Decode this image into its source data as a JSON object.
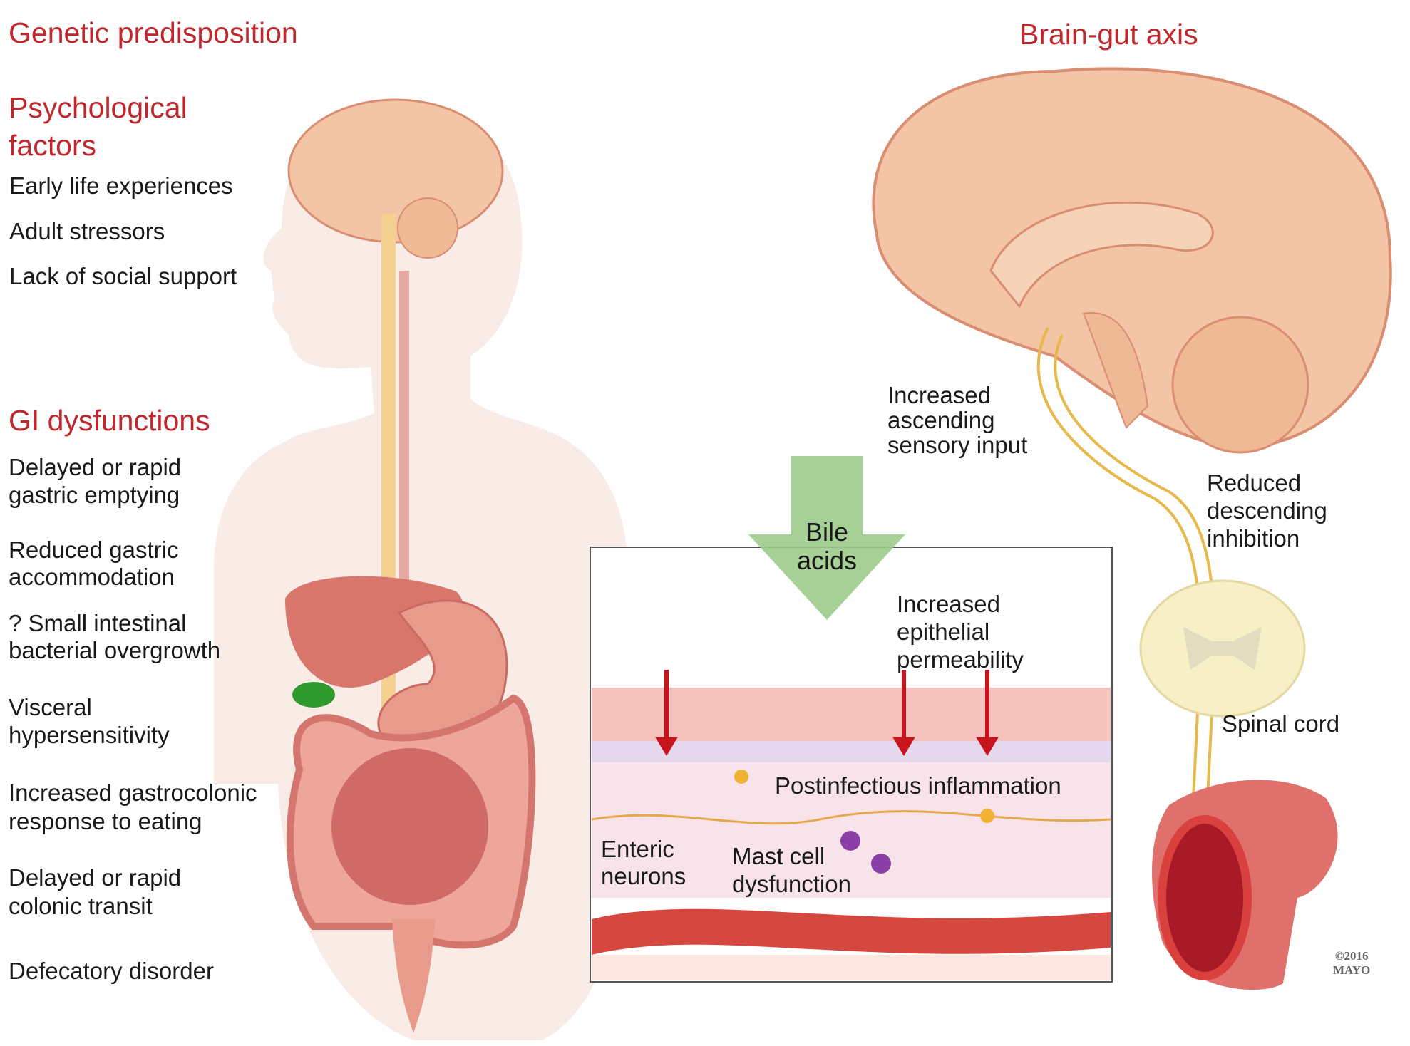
{
  "left_panel": {
    "genetic_heading": "Genetic predisposition",
    "psych_heading_line1": "Psychological",
    "psych_heading_line2": "factors",
    "psych_items": [
      "Early life experiences",
      "Adult stressors",
      "Lack of social support"
    ],
    "gi_heading": "GI dysfunctions",
    "gi_items": [
      [
        "Delayed or rapid",
        "gastric emptying"
      ],
      [
        "Reduced gastric",
        "accommodation"
      ],
      [
        "? Small intestinal",
        "bacterial overgrowth"
      ],
      [
        "Visceral",
        "hypersensitivity"
      ],
      [
        "Increased gastrocolonic",
        "response to eating"
      ],
      [
        "Delayed or rapid",
        "colonic transit"
      ],
      [
        "Defecatory disorder"
      ]
    ]
  },
  "right_panel": {
    "heading": "Brain-gut axis",
    "ascending": [
      "Increased",
      "ascending",
      "sensory input"
    ],
    "descending": [
      "Reduced",
      "descending",
      "inhibition"
    ],
    "spinal_cord": "Spinal cord",
    "copyright": [
      "©2016",
      "MAYO"
    ]
  },
  "inset": {
    "bile_acids": [
      "Bile",
      "acids"
    ],
    "permeability": [
      "Increased",
      "epithelial",
      "permeability"
    ],
    "inflammation": "Postinfectious inflammation",
    "enteric": [
      "Enteric",
      "neurons"
    ],
    "mast_cell": [
      "Mast cell",
      "dysfunction"
    ]
  },
  "colors": {
    "heading_red": "#c0282d",
    "arrow_green": "#9ccb8a",
    "arrow_red": "#c8141c"
  }
}
